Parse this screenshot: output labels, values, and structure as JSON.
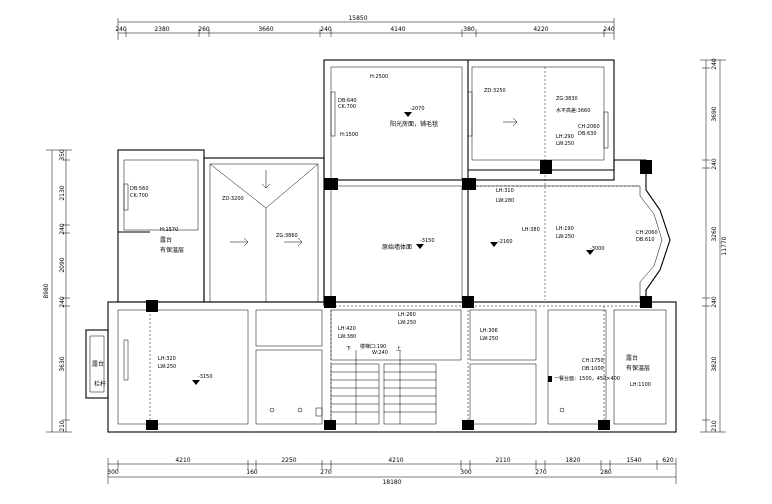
{
  "top_dims": {
    "total": "15850",
    "segments": [
      "240",
      "2380",
      "260",
      "3660",
      "240",
      "4140",
      "380",
      "4220",
      "240"
    ]
  },
  "bottom_dims": {
    "total": "18180",
    "segments": [
      "300",
      "4210",
      "160",
      "2250",
      "270",
      "4210",
      "300",
      "2110",
      "270",
      "1820",
      "280",
      "1540",
      "620"
    ]
  },
  "left_dims": {
    "total": "8980",
    "segments": [
      "350",
      "2130",
      "240",
      "2090",
      "240",
      "3630",
      "210"
    ]
  },
  "right_dims": {
    "total": "11770",
    "segments": [
      "240",
      "3690",
      "240",
      "3260",
      "240",
      "3820",
      "210"
    ]
  },
  "annotations": {
    "r1_h": "H:2500",
    "r1_db": "DB:640",
    "r1_ck": "CK:700",
    "r1_h2": "H:1500",
    "r1_level": "-2070",
    "r1_name": "阳光房面，铺毛毯",
    "r2_zd": "ZD:3250",
    "r2_zg": "ZG:3830",
    "r2_rise": "水平高差:3660",
    "r2_lh": "LH:290",
    "r2_lw": "LW:250",
    "r2_ch": "CH:2060",
    "r2_db": "DB:630",
    "l1_db": "DB:560",
    "l1_ck": "CK:700",
    "l1_h": "H:1570",
    "l1_name": "露台",
    "l1_sub": "有保温层",
    "hall_zd": "ZD:3200",
    "hall_zg": "ZG:3860",
    "living_level": "-3150",
    "living_name": "原始墙体面",
    "living_lh": "LH:310",
    "living_lw": "LW:280",
    "r_lh": "LH:380",
    "r_level": "-2160",
    "r_lh2": "LH:190",
    "r_lw2": "LW:250",
    "r_level2": "-3000",
    "bay_ch": "CH:2060",
    "bay_db": "DB:610",
    "bot_lh": "LH:420",
    "bot_lw": "LW:380",
    "stair_lh": "LH:260",
    "stair_lw": "LW:250",
    "stair_note": "楼梯口:190",
    "stair_w": "W:240",
    "stair_down": "下",
    "stair_up": "上",
    "bl_lh": "LH:320",
    "bl_lw": "LW:250",
    "bl_level": "-3150",
    "br_lh": "LH:306",
    "br_lw": "LW:250",
    "br_ch": "CH:1750",
    "br_db": "DB:1000",
    "br_note": "一餐台面：1500，450×400",
    "terrace_name": "露台",
    "terrace_sub": "有保温层",
    "terrace_lh": "LH:1100",
    "left_balcony": "露台",
    "left_rail": "栏杆"
  }
}
